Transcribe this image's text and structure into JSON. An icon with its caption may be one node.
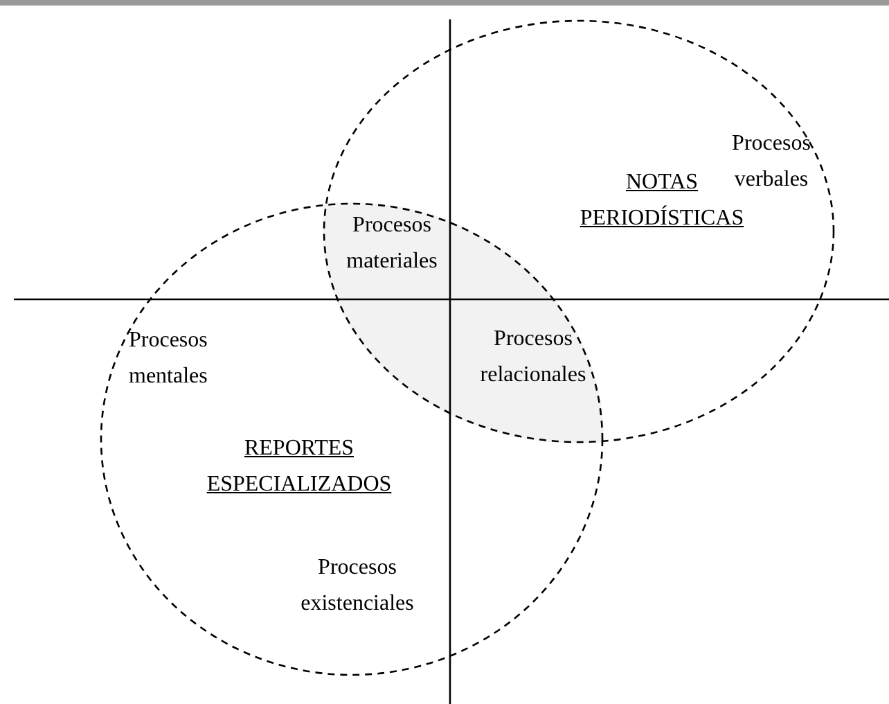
{
  "diagram": {
    "nodes": [
      {
        "text": [
          "Procesos verbales",
          "NOTAS PERIODÍSTICAS"
        ]
      },
      {
        "text": [
          "Procesos mentales",
          "REPORTES ESPECIALIZADOS",
          "Procesos existenciales"
        ]
      }
    ],
    "labels": [
      "Procesos materiales",
      "Procesos relacionales"
    ]
  }
}
